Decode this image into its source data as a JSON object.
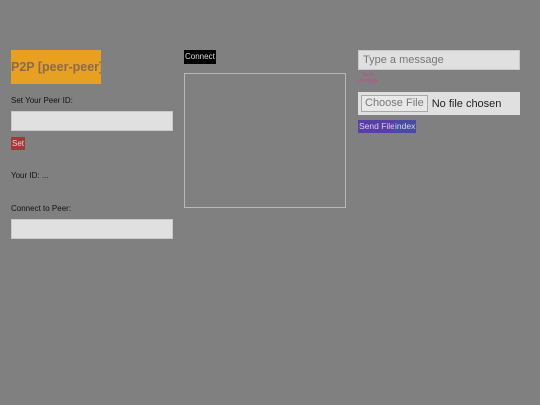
{
  "left_panel": {
    "title": "P2P [peer-peer]",
    "set_peer_id_label": "Set Your Peer ID:",
    "peer_id_value": "",
    "set_button_label": "Set",
    "your_id_text": "Your ID: ...",
    "connect_to_peer_label": "Connect to Peer:",
    "connect_peer_value": ""
  },
  "center_panel": {
    "connect_button_label": "Connect"
  },
  "right_panel": {
    "message_placeholder": "Type a message",
    "message_value": "",
    "send_message_button_label": "Send message",
    "choose_file_label": "Choose File",
    "no_file_text": "No file chosen",
    "send_file_button_label": "Send File",
    "index_button_label": "index"
  },
  "colors": {
    "background": "#808080",
    "title_box": "#e8a020",
    "set_button": "#a03a3a",
    "connect_button": "#000000",
    "send_file_button": "#5a3ea8",
    "index_button": "#4a4aa0"
  }
}
